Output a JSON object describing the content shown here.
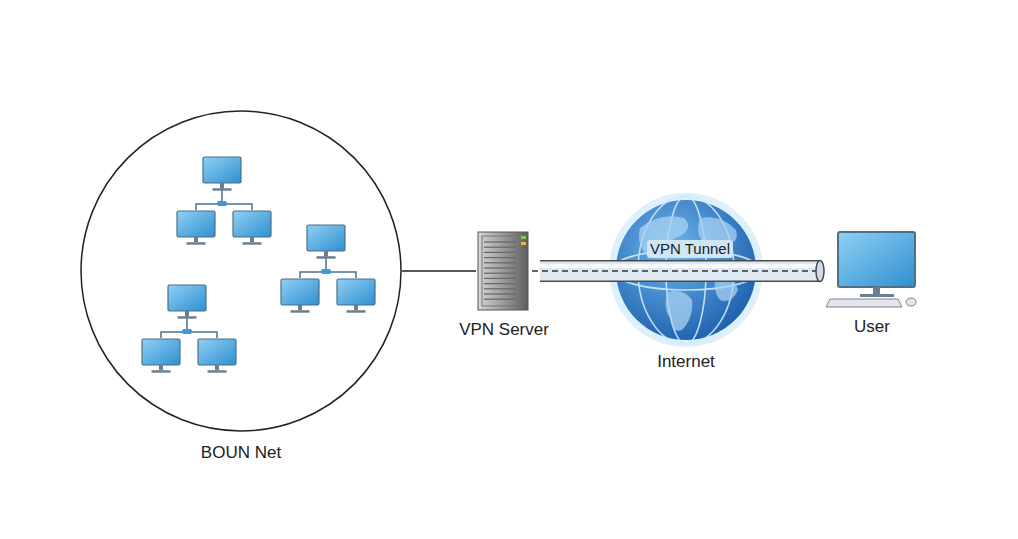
{
  "diagram": {
    "nodes": [
      {
        "text": [
          "BOUN Net"
        ]
      },
      {
        "text": [
          "VPN Server"
        ]
      },
      {
        "text": [
          "Internet"
        ]
      },
      {
        "text": [
          "User"
        ]
      }
    ],
    "edges": [
      {
        "from": 0,
        "to": 1,
        "arrow": "none"
      },
      {
        "from": 1,
        "to": 3,
        "label": "VPN Tunnel",
        "arrow": "none"
      }
    ]
  }
}
